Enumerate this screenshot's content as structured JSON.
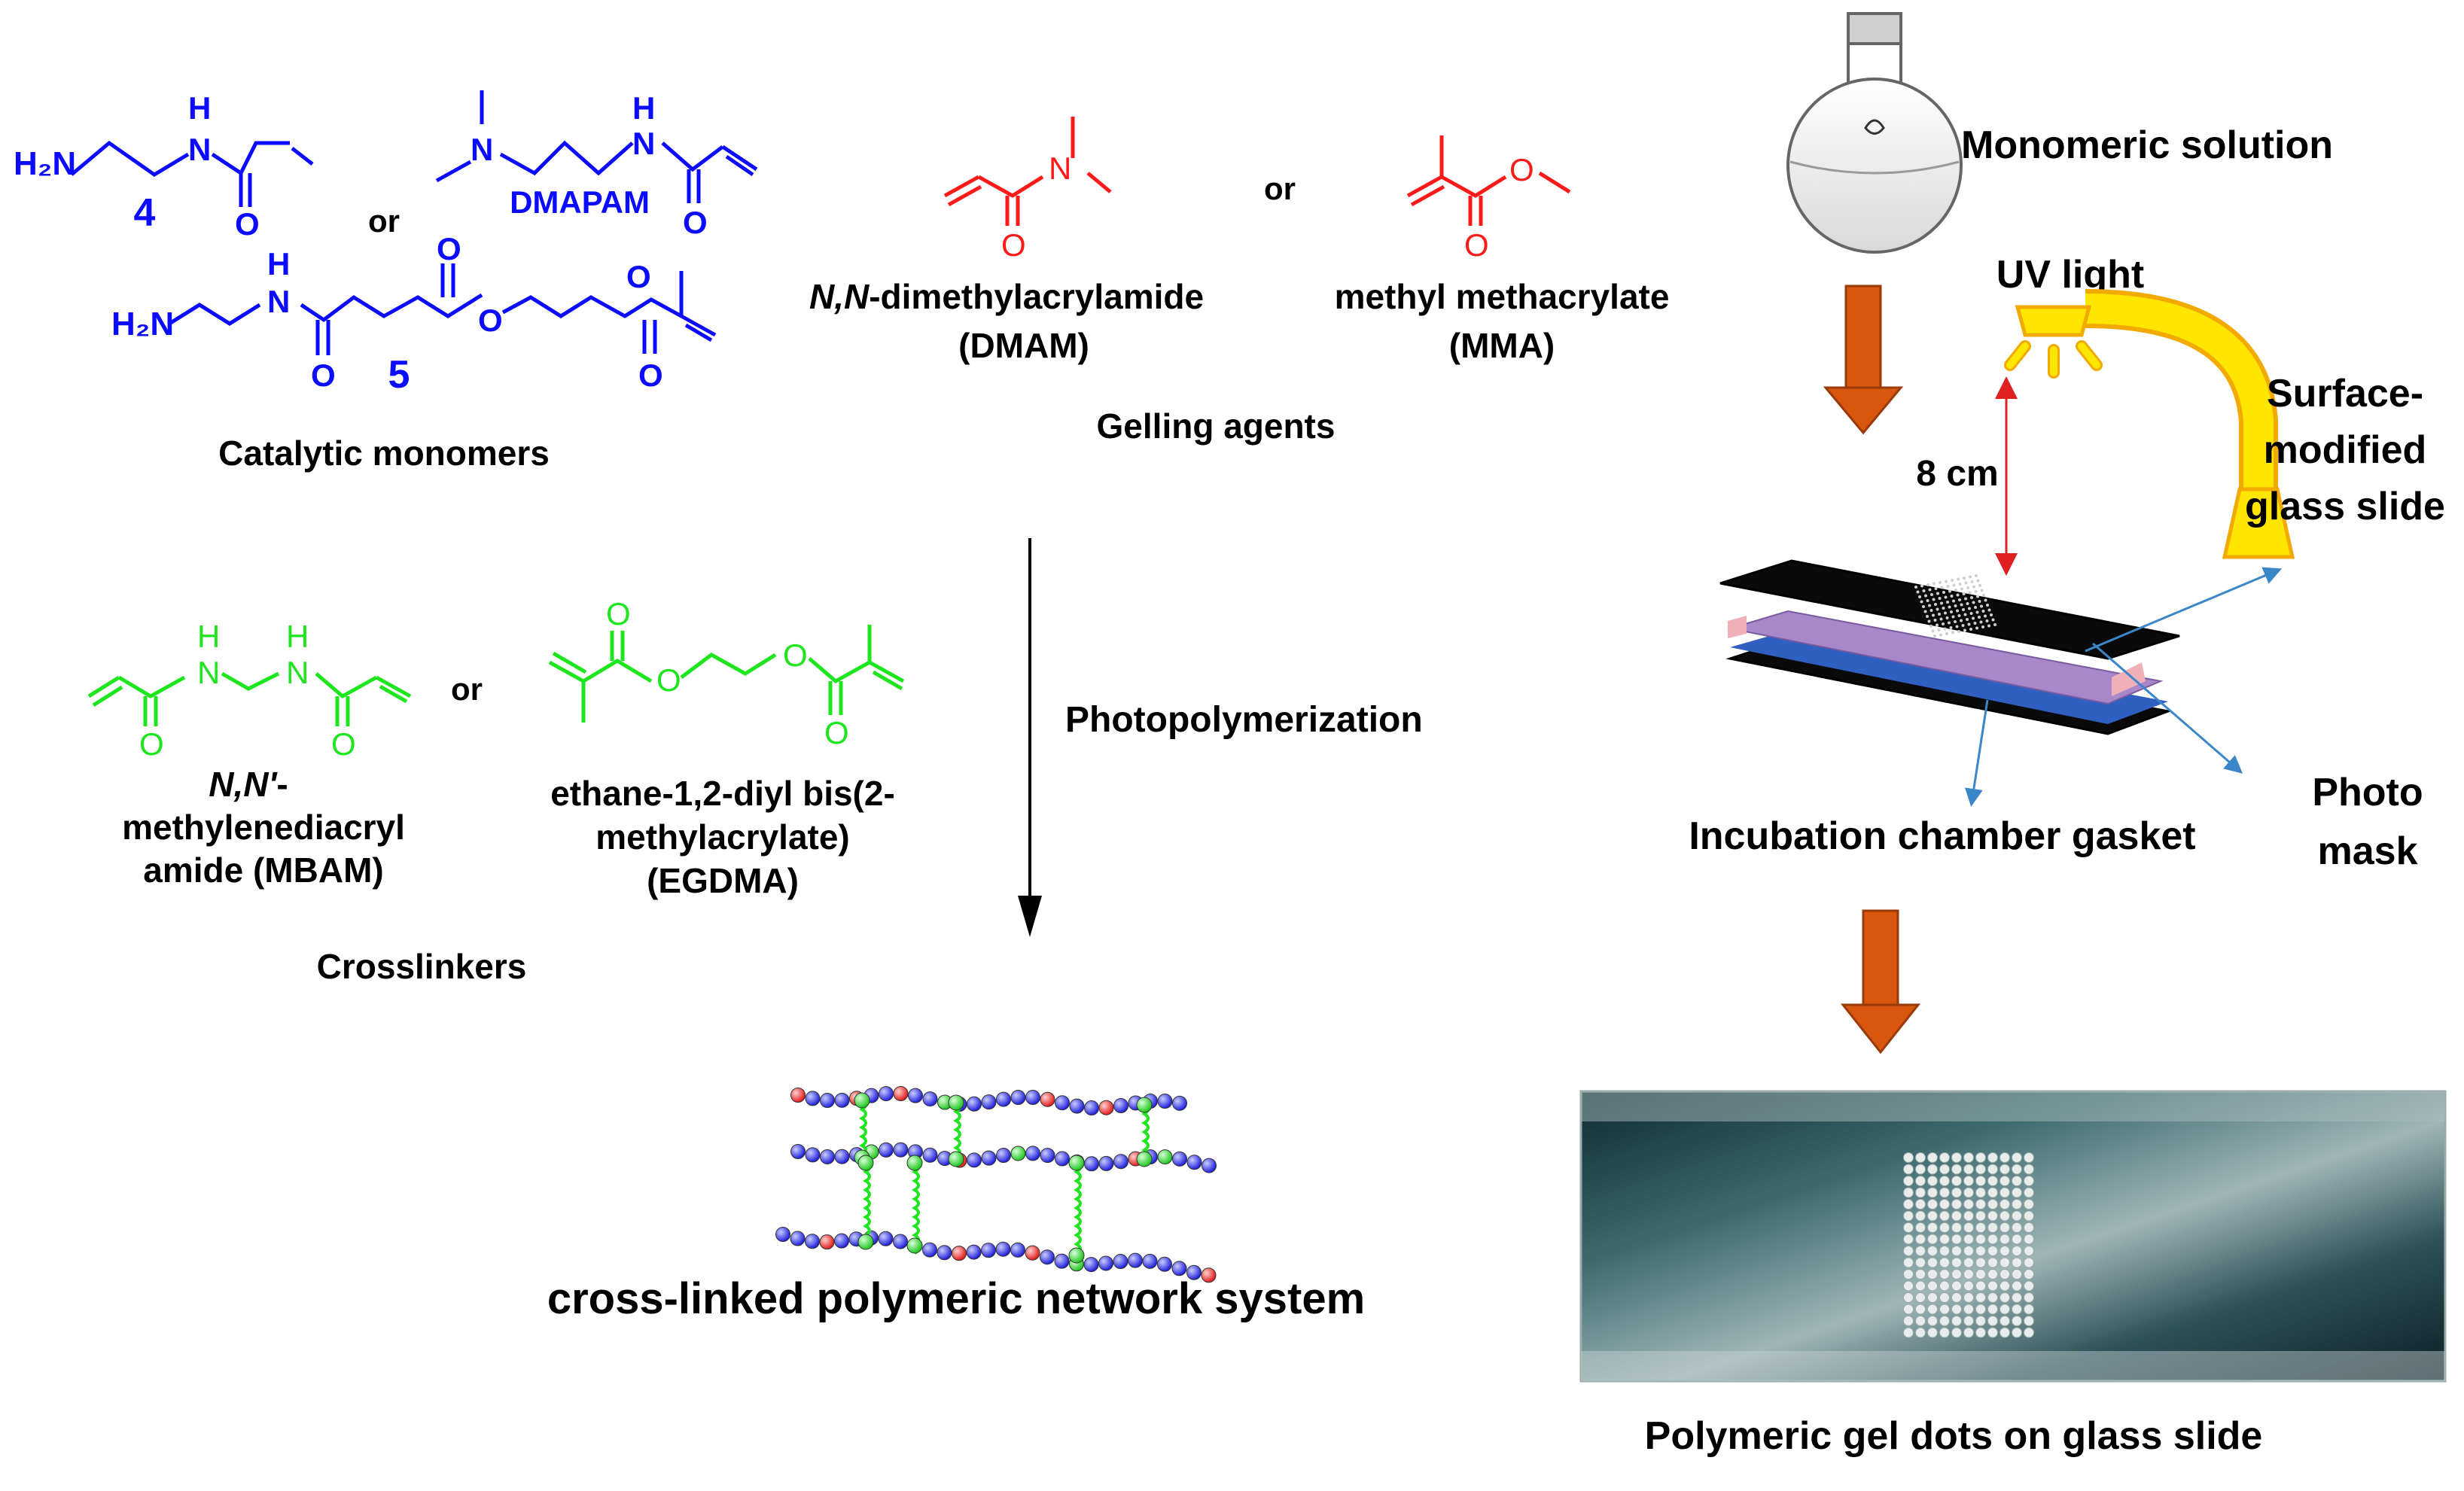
{
  "colors": {
    "catalytic": "#0b0bff",
    "gelling": "#ff1a1a",
    "crosslinker": "#1ee61e",
    "process_arrow": "#d8560e",
    "uv_lamp": "#ffe600",
    "uv_lamp_edge": "#f2a900"
  },
  "catalytic": {
    "atoms": {
      "H": "H",
      "N": "N",
      "O": "O",
      "H2N": "H₂N"
    },
    "label_4": "4",
    "label_dmapam": "DMAPAM",
    "label_5": "5",
    "or": "or",
    "caption": "Catalytic monomers"
  },
  "gelling": {
    "dmam_name_prefix": "N,N",
    "dmam_name_rest": "-dimethylacrylamide",
    "dmam_abbr": "(DMAM)",
    "or": "or",
    "mma_name": "methyl methacrylate",
    "mma_abbr": "(MMA)",
    "caption": "Gelling agents"
  },
  "crosslinkers": {
    "mbam_line1_prefix": "N,N'",
    "mbam_line1_rest": "-",
    "mbam_line2": "methylenediacryl",
    "mbam_line3": "amide (MBAM)",
    "or": "or",
    "egdma_line1": "ethane-1,2-diyl bis(2-",
    "egdma_line2": "methylacrylate)",
    "egdma_line3": "(EGDMA)",
    "caption": "Crosslinkers"
  },
  "process": {
    "photopolymerization": "Photopolymerization",
    "network_caption": "cross-linked polymeric network system"
  },
  "setup": {
    "monomeric_solution": "Monomeric solution",
    "uv_light": "UV light",
    "distance": "8 cm",
    "surface_line1": "Surface-",
    "surface_line2": "modified",
    "surface_line3": "glass slide",
    "gasket": "Incubation chamber gasket",
    "photo_line1": "Photo",
    "photo_line2": "mask",
    "result_caption": "Polymeric gel dots on glass slide"
  }
}
